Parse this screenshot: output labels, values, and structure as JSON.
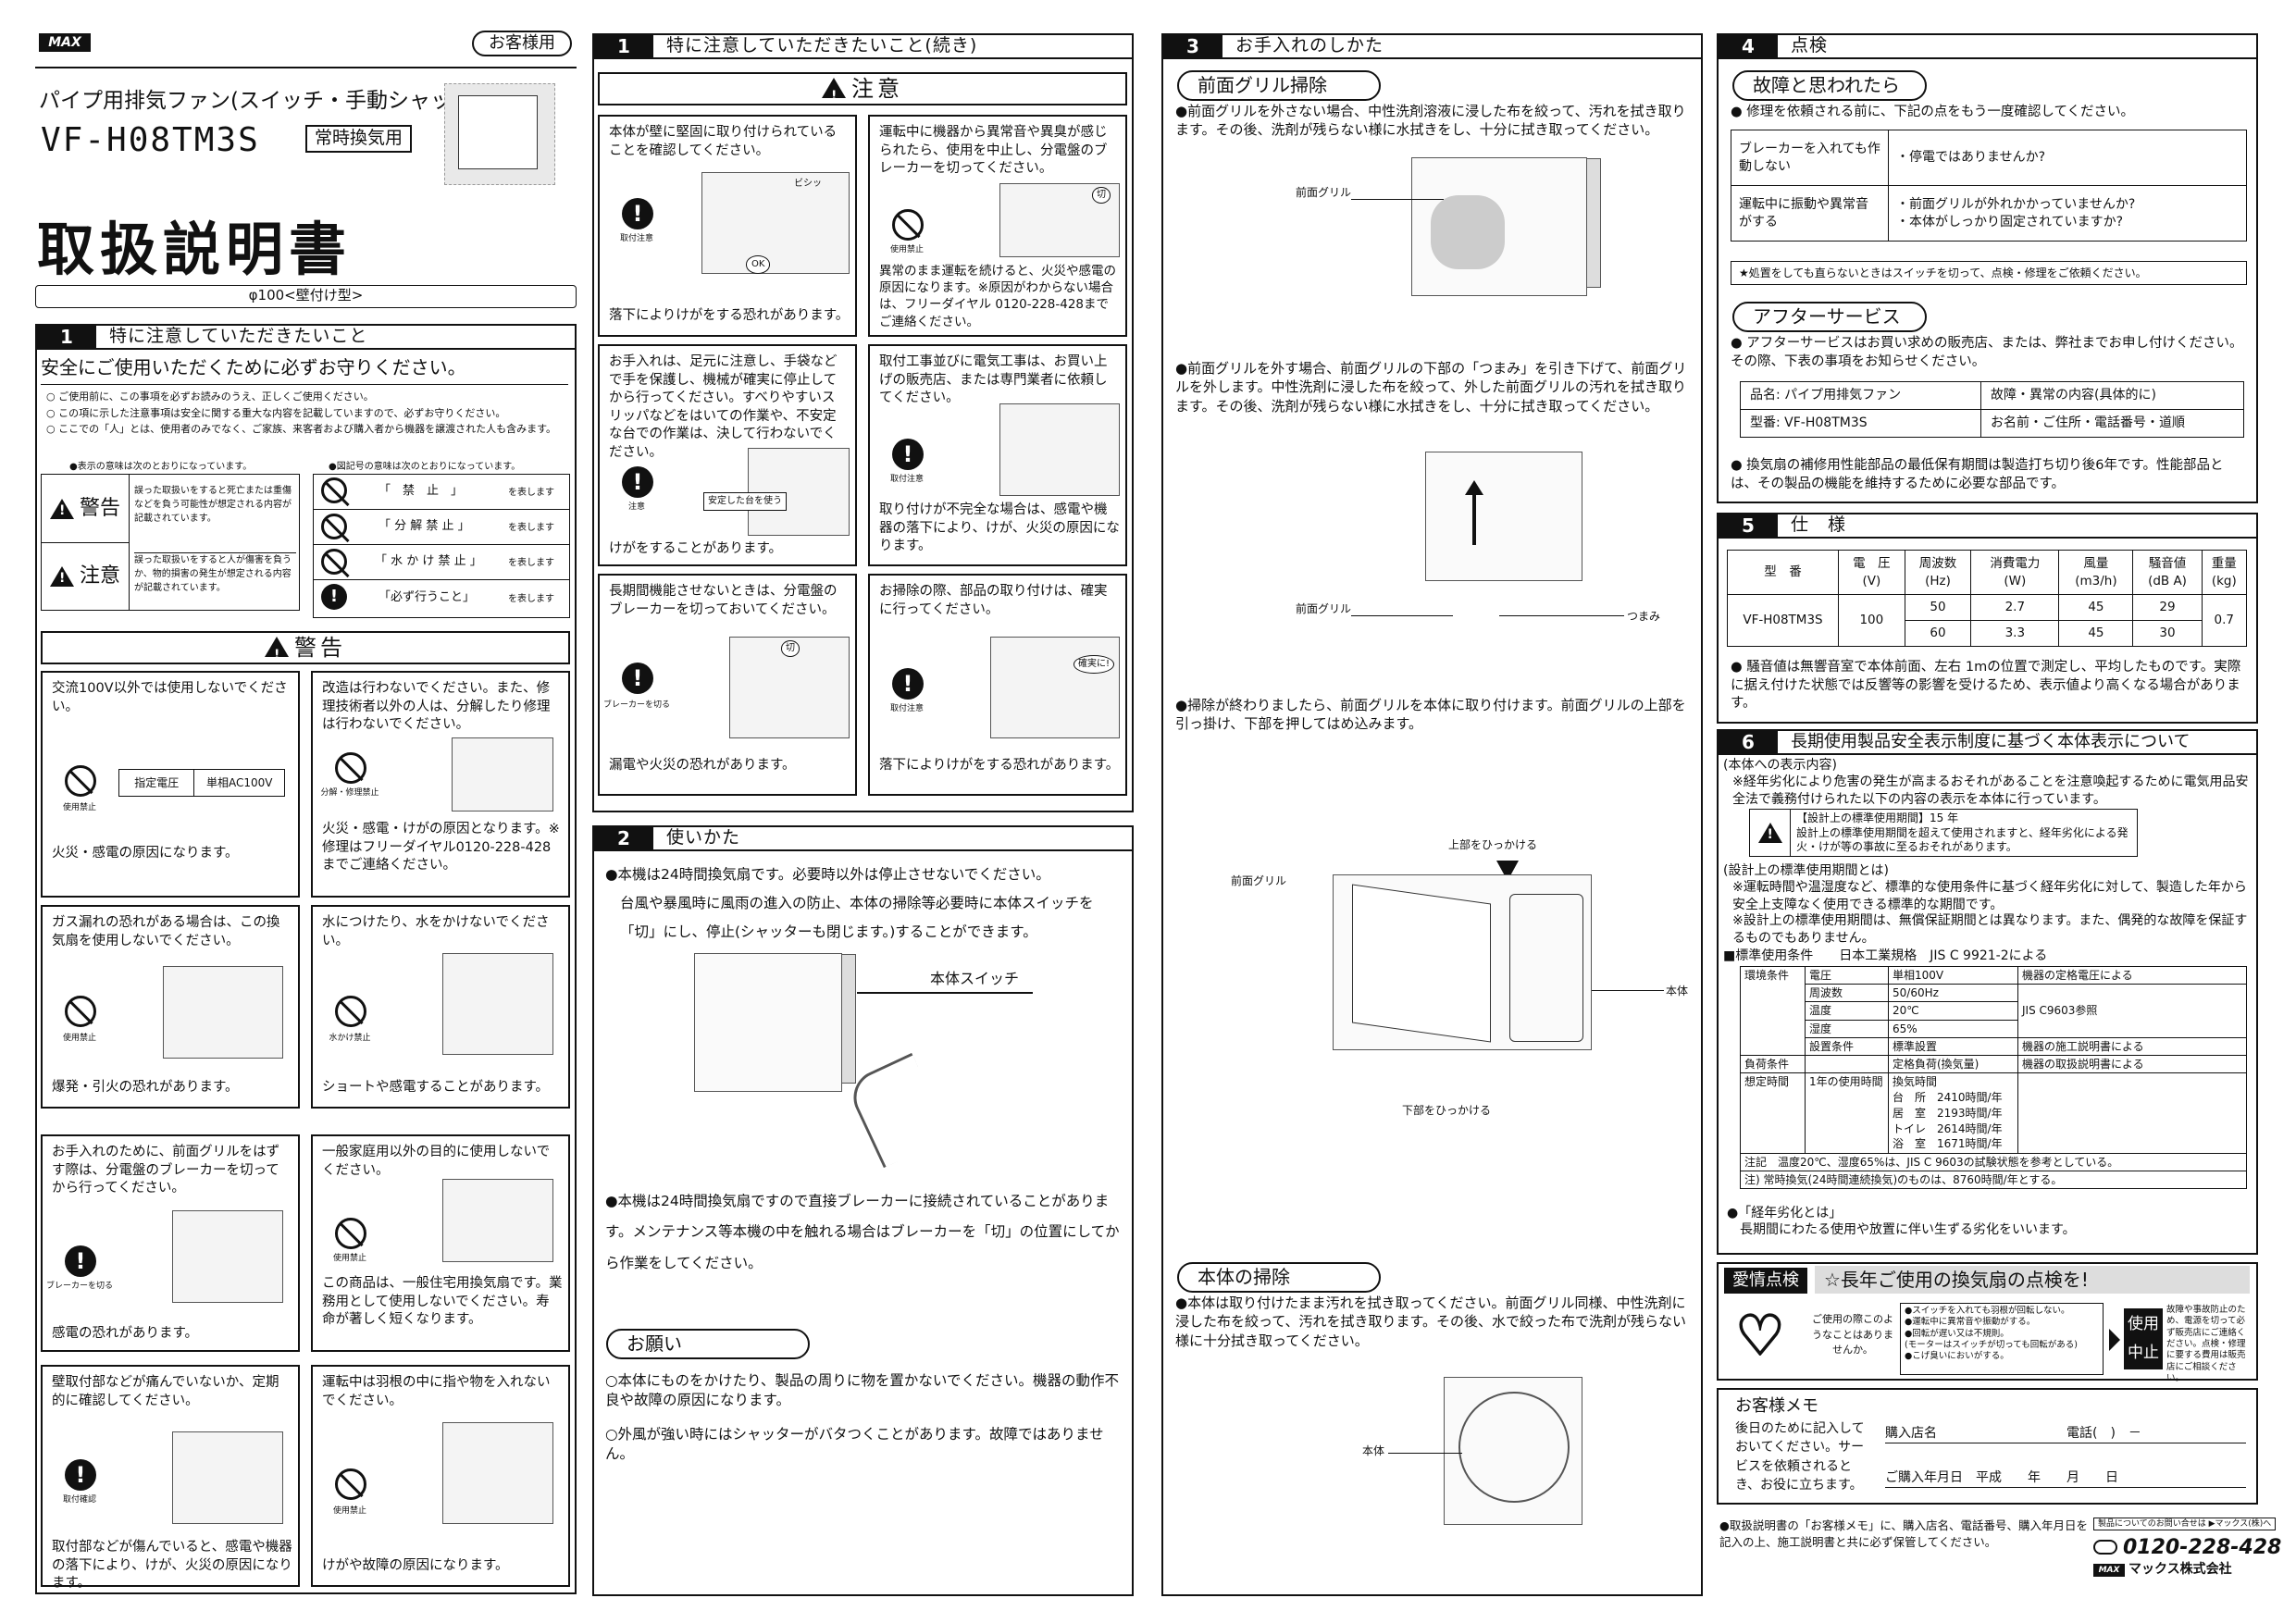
{
  "brand": {
    "logo": "MAX",
    "company": "マックス株式会社"
  },
  "cover": {
    "customer_label": "お客様用",
    "product_name": "パイプ用排気ファン(スイッチ・手動シャッター付)",
    "model": "VF-H08TM3S",
    "badge": "常時換気用",
    "doc_title": "取扱説明書",
    "size_note": "φ100<壁付け型>"
  },
  "sec1": {
    "num": "1",
    "title": "特に注意していただきたいこと",
    "subtitle": "安全にご使用いただくために必ずお守りください。",
    "intro": [
      "○ ご使用前に、この事項を必ずお読みのうえ、正しくご使用ください。",
      "○ この項に示した注意事項は安全に関する重大な内容を記載していますので、必ずお守りください。",
      "○ ここでの「人」とは、使用者のみでなく、ご家族、来客者および購入者から機器を譲渡された人も含みます。"
    ],
    "legend_left_title": "●表示の意味は次のとおりになっています。",
    "legend_right_title": "●図記号の意味は次のとおりになっています。",
    "warn_label": "警告",
    "warn_text": "誤った取扱いをすると死亡または重傷などを負う可能性が想定される内容が記載されています。",
    "caution_label": "注意",
    "caution_text": "誤った取扱いをすると人が傷害を負うか、物的損害の発生が想定される内容が記載されています。",
    "symbols": [
      {
        "text": "「　禁　止　」",
        "suffix": "を表します"
      },
      {
        "text": "「 分 解 禁 止 」",
        "suffix": "を表します"
      },
      {
        "text": "「 水 か け 禁 止 」",
        "suffix": "を表します"
      },
      {
        "text": "「必ず行うこと」",
        "suffix": "を表します"
      }
    ],
    "warning_banner": "警告",
    "warnings": [
      {
        "text": "交流100V以外では使用しないでください。",
        "sym": "使用禁止",
        "extra1": "指定電圧",
        "extra2": "単相AC100V",
        "result": "火災・感電の原因になります。"
      },
      {
        "text": "改造は行わないでください。また、修理技術者以外の人は、分解したり修理は行わないでください。",
        "sym": "分解・修理禁止",
        "result": "火災・感電・けがの原因となります。※修理はフリーダイヤル0120-228-428までご連絡ください。"
      },
      {
        "text": "ガス漏れの恐れがある場合は、この換気扇を使用しないでください。",
        "sym": "使用禁止",
        "result": "爆発・引火の恐れがあります。"
      },
      {
        "text": "水につけたり、水をかけないでください。",
        "sym": "水かけ禁止",
        "result": "ショートや感電することがあります。"
      },
      {
        "text": "お手入れのために、前面グリルをはずす際は、分電盤のブレーカーを切ってから行ってください。",
        "sym": "ブレーカーを切る",
        "result": "感電の恐れがあります。"
      },
      {
        "text": "一般家庭用以外の目的に使用しないでください。",
        "sym": "使用禁止",
        "result": "この商品は、一般住宅用換気扇です。業務用として使用しないでください。寿命が著しく短くなります。"
      },
      {
        "text": "壁取付部などが痛んでいないか、定期的に確認してください。",
        "sym": "取付確認",
        "result": "取付部などが傷んでいると、感電や機器の落下により、けが、火災の原因になります。"
      },
      {
        "text": "運転中は羽根の中に指や物を入れないでください。",
        "sym": "使用禁止",
        "result": "けがや故障の原因になります。"
      }
    ]
  },
  "sec1b": {
    "num": "1",
    "title": "特に注意していただきたいこと(続き)",
    "banner": "注意",
    "cautions": [
      {
        "text": "本体が壁に堅固に取り付けられていることを確認してください。",
        "sym": "取付注意",
        "bubble1": "ビシッ",
        "bubble2": "OK",
        "result": "落下によりけがをする恐れがあります。"
      },
      {
        "text": "運転中に機器から異常音や異臭が感じられたら、使用を中止し、分電盤のブレーカーを切ってください。",
        "sym": "使用禁止",
        "bubble1": "切",
        "result": "異常のまま運転を続けると、火災や感電の原因になります。※原因がわからない場合は、フリーダイヤル 0120-228-428までご連絡ください。"
      },
      {
        "text": "お手入れは、足元に注意し、手袋などで手を保護し、機械が確実に停止してから行ってください。すべりやすいスリッパなどをはいての作業や、不安定な台での作業は、決して行わないでください。",
        "sym": "注意",
        "bubble1": "安定した台を使う",
        "result": "けがをすることがあります。"
      },
      {
        "text": "取付工事並びに電気工事は、お買い上げの販売店、または専門業者に依頼してください。",
        "sym": "取付注意",
        "result": "取り付けが不完全な場合は、感電や機器の落下により、けが、火災の原因になります。"
      },
      {
        "text": "長期間機能させないときは、分電盤のブレーカーを切っておいてください。",
        "sym": "ブレーカーを切る",
        "bubble1": "切",
        "result": "漏電や火災の恐れがあります。"
      },
      {
        "text": "お掃除の際、部品の取り付けは、確実に行ってください。",
        "sym": "取付注意",
        "bubble1": "確実に!",
        "result": "落下によりけがをする恐れがあります。"
      }
    ]
  },
  "sec2": {
    "num": "2",
    "title": "使いかた",
    "p1": "●本機は24時間換気扇です。必要時以外は停止させないでください。",
    "p1b": "台風や暴風時に風雨の進入の防止、本体の掃除等必要時に本体スイッチを「切」にし、停止(シャッターも閉じます。)することができます。",
    "switch_label": "本体スイッチ",
    "p2": "●本機は24時間換気扇ですので直接ブレーカーに接続されていることがあります。メンテナンス等本機の中を触れる場合はブレーカーを「切」の位置にしてから作業をしてください。",
    "request_title": "お願い",
    "req1": "○本体にものをかけたり、製品の周りに物を置かないでください。機器の動作不良や故障の原因になります。",
    "req2": "○外風が強い時にはシャッターがバタつくことがあります。故障ではありません。"
  },
  "sec3": {
    "num": "3",
    "title": "お手入れのしかた",
    "grill_title": "前面グリル掃除",
    "g1": "●前面グリルを外さない場合、中性洗剤溶液に浸した布を絞って、汚れを拭き取ります。その後、洗剤が残らない様に水拭きをし、十分に拭き取ってください。",
    "grill_label": "前面グリル",
    "g2": "●前面グリルを外す場合、前面グリルの下部の「つまみ」を引き下げて、前面グリルを外します。中性洗剤に浸した布を絞って、外した前面グリルの汚れを拭き取ります。その後、洗剤が残らない様に水拭きをし、十分に拭き取ってください。",
    "knob_label": "つまみ",
    "g3": "●掃除が終わりましたら、前面グリルを本体に取り付けます。前面グリルの上部を引っ掛け、下部を押してはめ込みます。",
    "top_hook": "上部をひっかける",
    "bottom_hook": "下部をひっかける",
    "body_label": "本体",
    "body_title": "本体の掃除",
    "b1": "●本体は取り付けたまま汚れを拭き取ってください。前面グリル同様、中性洗剤に浸した布を絞って、汚れを拭き取ります。その後、水で絞った布で洗剤が残らない様に十分拭き取ってください。"
  },
  "sec4": {
    "num": "4",
    "title": "点検",
    "fault_title": "故障と思われたら",
    "fault_intro": "● 修理を依頼される前に、下記の点をもう一度確認してください。",
    "faults": [
      {
        "issue": "ブレーカーを入れても作動しない",
        "check": "・停電ではありませんか?"
      },
      {
        "issue": "運転中に振動や異常音がする",
        "check": "・前面グリルが外れかかっていませんか?\n・本体がしっかり固定されていますか?"
      }
    ],
    "fault_note": "★処置をしても直らないときはスイッチを切って、点検・修理をご依頼ください。",
    "after_title": "アフターサービス",
    "after_intro": "● アフターサービスはお買い求めの販売店、または、弊社までお申し付けください。その際、下表の事項をお知らせください。",
    "after_rows": [
      {
        "a": "品名: パイプ用排気ファン",
        "b": "故障・異常の内容(具体的に)"
      },
      {
        "a": "型番: VF-H08TM3S",
        "b": "お名前・ご住所・電話番号・道順"
      }
    ],
    "after_note": "● 換気扇の補修用性能部品の最低保有期間は製造打ち切り後6年です。性能部品とは、その製品の機能を維持するために必要な部品です。"
  },
  "sec5": {
    "num": "5",
    "title": "仕　様",
    "headers": [
      "型　番",
      "電　圧\n(V)",
      "周波数\n(Hz)",
      "消費電力\n(W)",
      "風量\n(m3/h)",
      "騒音値\n(dB A)",
      "重量\n(kg)"
    ],
    "model": "VF-H08TM3S",
    "voltage": "100",
    "rows": [
      {
        "hz": "50",
        "w": "2.7",
        "flow": "45",
        "db": "29"
      },
      {
        "hz": "60",
        "w": "3.3",
        "flow": "45",
        "db": "30"
      }
    ],
    "weight": "0.7",
    "note": "● 騒音値は無響音室で本体前面、左右 1mの位置で測定し、平均したものです。実際に据え付けた状態では反響等の影響を受けるため、表示値より高くなる場合があります。"
  },
  "sec6": {
    "num": "6",
    "title": "長期使用製品安全表示制度に基づく本体表示について",
    "t1": "(本体への表示内容)",
    "t2": "※経年劣化により危害の発生が高まるおそれがあることを注意喚起するために電気用品安全法で義務付けられた以下の内容の表示を本体に行っています。",
    "label_box": "【設計上の標準使用期間】15 年\n設計上の標準使用期間を超えて使用されますと、経年劣化による発火・けが等の事故に至るおそれがあります。",
    "t3": "(設計上の標準使用期間とは)",
    "t4": "※運転時間や温湿度など、標準的な使用条件に基づく経年劣化に対して、製造した年から安全上支障なく使用できる標準的な期間です。",
    "t5": "※設計上の標準使用期間は、無償保証期間とは異なります。また、偶発的な故障を保証するものでもありません。",
    "t6": "■標準使用条件　　日本工業規格　JIS C 9921-2による",
    "cond": {
      "env": "環境条件",
      "voltage": "電圧",
      "voltage_v": "単相100V",
      "voltage_r": "機器の定格電圧による",
      "freq": "周波数",
      "freq_v": "50/60Hz",
      "temp": "温度",
      "temp_v": "20℃",
      "temp_r": "JIS C9603参照",
      "hum": "湿度",
      "hum_v": "65%",
      "install": "設置条件",
      "install_v": "標準設置",
      "install_r": "機器の施工説明書による",
      "load": "負荷条件",
      "load_v": "定格負荷(換気量)",
      "load_r": "機器の取扱説明書による",
      "hours": "想定時間",
      "hours_y": "1年の使用時間",
      "hours_h": "換気時間",
      "kitchen": "台　所　2410時間/年",
      "living": "居　室　2193時間/年",
      "toilet": "トイレ　2614時間/年",
      "bath": "浴　室　1671時間/年"
    },
    "note1": "注記　温度20℃、湿度65%は、JIS C 9603の試験状態を参考としている。",
    "note2": "注) 常時換気(24時間連続換気)のものは、8760時間/年とする。",
    "keinen_title": "●「経年劣化とは」",
    "keinen": "長期間にわたる使用や放置に伴い生ずる劣化をいいます。"
  },
  "aijo": {
    "label": "愛情点検",
    "title": "☆長年ご使用の換気扇の点検を!",
    "q": "ご使用の際このようなことはありませんか。",
    "list": "●スイッチを入れても羽根が回転しない。\n●運転中に異常音や振動がする。\n●回転が遅い又は不規則。\n(モーターはスイッチが切っても回転がある)\n●こげ臭いにおいがする。",
    "stop": "使用中止",
    "stop_note": "故障や事故防止のため、電源を切って必ず販売店にご連絡ください。点検・修理に要する費用は販売店にご相談ください。"
  },
  "memo": {
    "title": "お客様メモ",
    "left": "後日のために記入しておいてください。サービスを依頼されるとき、お役に立ちます。",
    "shop": "購入店名",
    "tel": "電話(　)　－",
    "date": "ご購入年月日　平成　　年　　月　　日"
  },
  "footer": {
    "note": "●取扱説明書の「お客様メモ」に、購入店名、電話番号、購入年月日を記入の上、施工説明書と共に必ず保管してください。",
    "contact_label": "製品についてのお問い合せは ▶マックス(株)へ",
    "tel": "0120-228-428",
    "company": "マックス株式会社"
  }
}
